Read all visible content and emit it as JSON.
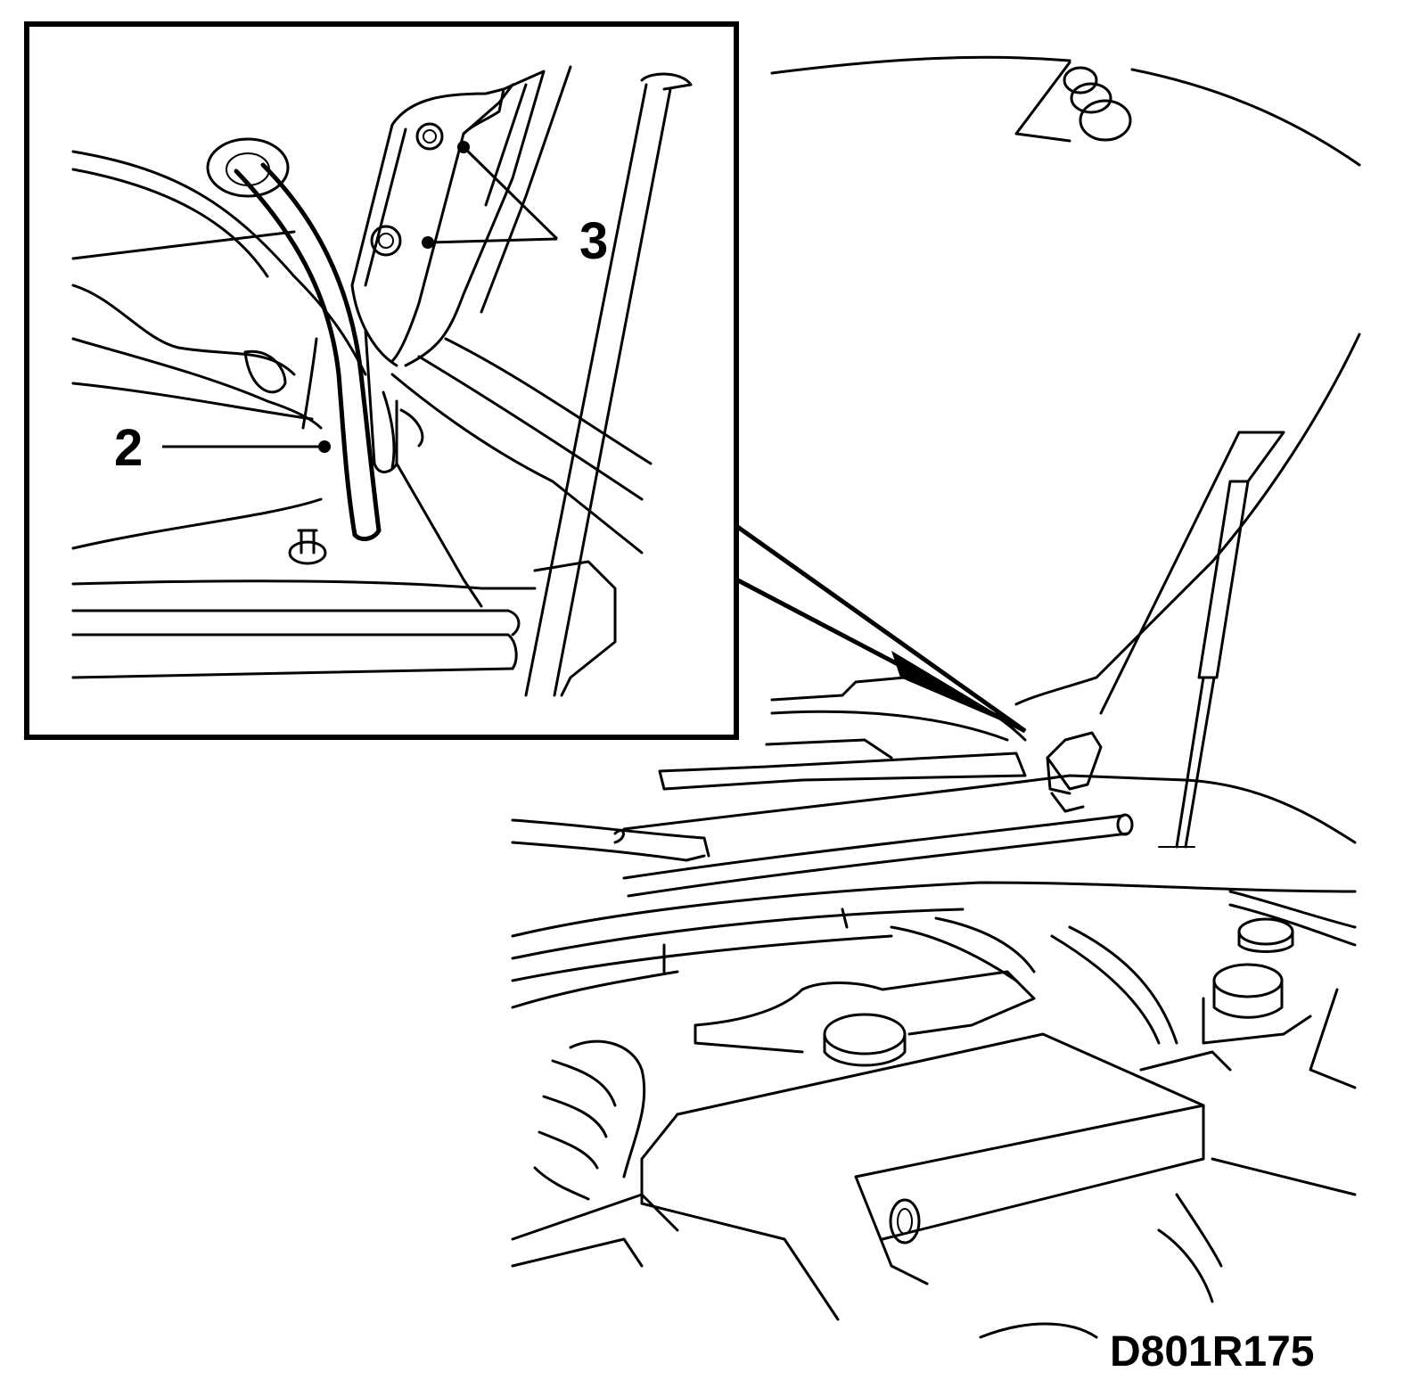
{
  "callouts": {
    "hose_label": "2",
    "bolts_label": "3"
  },
  "reference_code": "D801R175",
  "colors": {
    "line": "#000000",
    "background": "#ffffff"
  }
}
